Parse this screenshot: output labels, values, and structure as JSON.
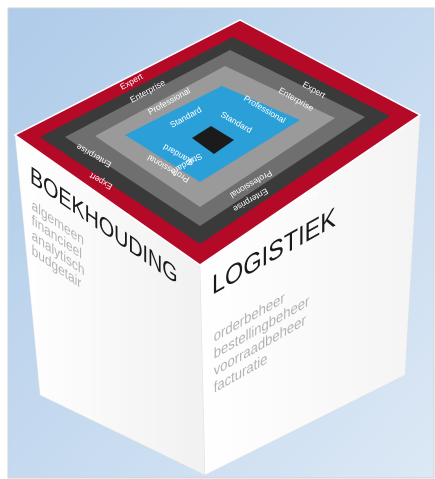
{
  "colors": {
    "bg_top": "#aecbe9",
    "bg_bottom": "#dce8f5",
    "frame_outline": "#ffffff",
    "tier_expert": "#b50a27",
    "tier_enterprise": "#3a3a3a",
    "tier_professional": "#6f6f6f",
    "tier_frame": "#9a9a9a",
    "tier_standard": "#2a9fd8",
    "core": "#1b1b1b",
    "face_text": "#1a1a1a",
    "face_subtext": "#b3b3b3"
  },
  "tiers": [
    "Expert",
    "Enterprise",
    "Professional",
    "Standard"
  ],
  "left_face": {
    "title": "BOEKHOUDING",
    "items": [
      "algemeen",
      "financieel",
      "analytisch",
      "budgetair"
    ]
  },
  "right_face": {
    "title": "LOGISTIEK",
    "items": [
      "orderbeheer",
      "bestellingbeheer",
      "voorraadbeheer",
      "facturatie"
    ]
  }
}
